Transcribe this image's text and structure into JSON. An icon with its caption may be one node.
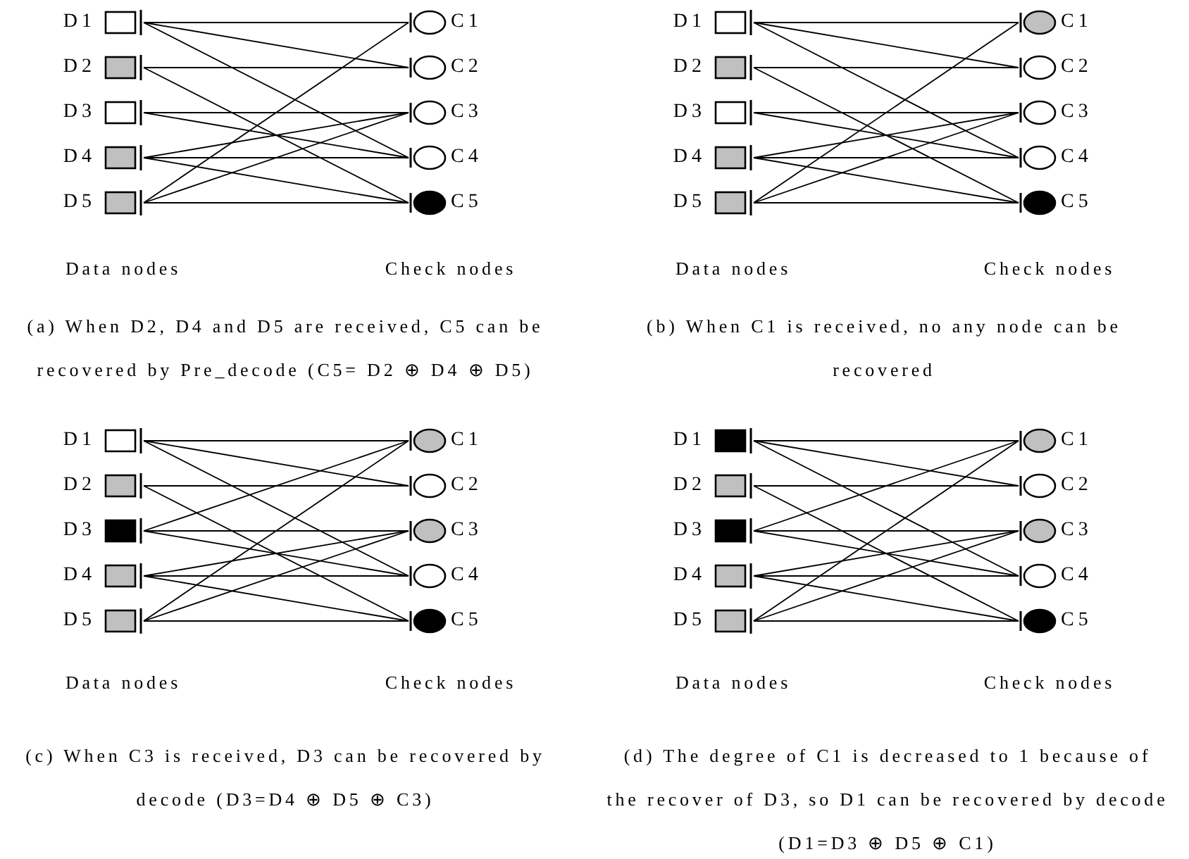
{
  "diagram": {
    "nodes": [
      {
        "text": [
          "D1"
        ]
      },
      {
        "text": [
          "D2"
        ]
      },
      {
        "text": [
          "D3"
        ]
      },
      {
        "text": [
          "D4"
        ]
      },
      {
        "text": [
          "D5"
        ]
      },
      {
        "text": [
          "C1"
        ]
      },
      {
        "text": [
          "C2"
        ]
      },
      {
        "text": [
          "C3"
        ]
      },
      {
        "text": [
          "C4"
        ]
      },
      {
        "text": [
          "C5"
        ]
      },
      {
        "text": [
          "D1"
        ]
      },
      {
        "text": [
          "D2"
        ]
      },
      {
        "text": [
          "D3"
        ]
      },
      {
        "text": [
          "D4"
        ]
      },
      {
        "text": [
          "D5"
        ]
      },
      {
        "text": [
          "C1"
        ]
      },
      {
        "text": [
          "C2"
        ]
      },
      {
        "text": [
          "C3"
        ]
      },
      {
        "text": [
          "C4"
        ]
      },
      {
        "text": [
          "C5"
        ]
      },
      {
        "text": [
          "D1"
        ]
      },
      {
        "text": [
          "D2"
        ]
      },
      {
        "text": [
          "D3"
        ]
      },
      {
        "text": [
          "D4"
        ]
      },
      {
        "text": [
          "D5"
        ]
      },
      {
        "text": [
          "C1"
        ]
      },
      {
        "text": [
          "C2"
        ]
      },
      {
        "text": [
          "C3"
        ]
      },
      {
        "text": [
          "C4"
        ]
      },
      {
        "text": [
          "C5"
        ]
      },
      {
        "text": [
          "D1"
        ]
      },
      {
        "text": [
          "D2"
        ]
      },
      {
        "text": [
          "D3"
        ]
      },
      {
        "text": [
          "D4"
        ]
      },
      {
        "text": [
          "D5"
        ]
      },
      {
        "text": [
          "C1"
        ]
      },
      {
        "text": [
          "C2"
        ]
      },
      {
        "text": [
          "C3"
        ]
      },
      {
        "text": [
          "C4"
        ]
      },
      {
        "text": [
          "C5"
        ]
      }
    ],
    "edges": [
      {
        "from": 0,
        "to": 5,
        "arrow": "none"
      },
      {
        "from": 0,
        "to": 6,
        "arrow": "none"
      },
      {
        "from": 0,
        "to": 8,
        "arrow": "none"
      },
      {
        "from": 1,
        "to": 6,
        "arrow": "none"
      },
      {
        "from": 1,
        "to": 9,
        "arrow": "none"
      },
      {
        "from": 2,
        "to": 7,
        "arrow": "none"
      },
      {
        "from": 2,
        "to": 8,
        "arrow": "none"
      },
      {
        "from": 3,
        "to": 7,
        "arrow": "none"
      },
      {
        "from": 3,
        "to": 8,
        "arrow": "none"
      },
      {
        "from": 3,
        "to": 9,
        "arrow": "none"
      },
      {
        "from": 4,
        "to": 5,
        "arrow": "none"
      },
      {
        "from": 4,
        "to": 7,
        "arrow": "none"
      },
      {
        "from": 4,
        "to": 9,
        "arrow": "none"
      },
      {
        "from": 10,
        "to": 15,
        "arrow": "none"
      },
      {
        "from": 10,
        "to": 16,
        "arrow": "none"
      },
      {
        "from": 10,
        "to": 18,
        "arrow": "none"
      },
      {
        "from": 11,
        "to": 16,
        "arrow": "none"
      },
      {
        "from": 11,
        "to": 19,
        "arrow": "none"
      },
      {
        "from": 12,
        "to": 17,
        "arrow": "none"
      },
      {
        "from": 12,
        "to": 18,
        "arrow": "none"
      },
      {
        "from": 13,
        "to": 17,
        "arrow": "none"
      },
      {
        "from": 13,
        "to": 18,
        "arrow": "none"
      },
      {
        "from": 13,
        "to": 19,
        "arrow": "none"
      },
      {
        "from": 14,
        "to": 15,
        "arrow": "none"
      },
      {
        "from": 14,
        "to": 17,
        "arrow": "none"
      },
      {
        "from": 14,
        "to": 19,
        "arrow": "none"
      },
      {
        "from": 20,
        "to": 25,
        "arrow": "none"
      },
      {
        "from": 20,
        "to": 26,
        "arrow": "none"
      },
      {
        "from": 20,
        "to": 28,
        "arrow": "none"
      },
      {
        "from": 21,
        "to": 26,
        "arrow": "none"
      },
      {
        "from": 21,
        "to": 29,
        "arrow": "none"
      },
      {
        "from": 22,
        "to": 25,
        "arrow": "none"
      },
      {
        "from": 22,
        "to": 27,
        "arrow": "none"
      },
      {
        "from": 22,
        "to": 28,
        "arrow": "none"
      },
      {
        "from": 23,
        "to": 27,
        "arrow": "none"
      },
      {
        "from": 23,
        "to": 28,
        "arrow": "none"
      },
      {
        "from": 23,
        "to": 29,
        "arrow": "none"
      },
      {
        "from": 24,
        "to": 25,
        "arrow": "none"
      },
      {
        "from": 24,
        "to": 27,
        "arrow": "none"
      },
      {
        "from": 24,
        "to": 29,
        "arrow": "none"
      },
      {
        "from": 30,
        "to": 35,
        "arrow": "none"
      },
      {
        "from": 30,
        "to": 36,
        "arrow": "none"
      },
      {
        "from": 30,
        "to": 38,
        "arrow": "none"
      },
      {
        "from": 31,
        "to": 36,
        "arrow": "none"
      },
      {
        "from": 31,
        "to": 39,
        "arrow": "none"
      },
      {
        "from": 32,
        "to": 35,
        "arrow": "none"
      },
      {
        "from": 32,
        "to": 37,
        "arrow": "none"
      },
      {
        "from": 32,
        "to": 38,
        "arrow": "none"
      },
      {
        "from": 33,
        "to": 37,
        "arrow": "none"
      },
      {
        "from": 33,
        "to": 38,
        "arrow": "none"
      },
      {
        "from": 33,
        "to": 39,
        "arrow": "none"
      },
      {
        "from": 34,
        "to": 35,
        "arrow": "none"
      },
      {
        "from": 34,
        "to": 37,
        "arrow": "none"
      },
      {
        "from": 34,
        "to": 39,
        "arrow": "none"
      }
    ],
    "labels": [
      "Data nodes",
      "Check nodes",
      "Data nodes",
      "Check nodes",
      "(a) When D2, D4 and D5 are received, C5 can be recovered by Pre_decode (C5= D2 ⊕ D4 ⊕ D5)",
      "(b) When C1 is received, no any node can be recovered",
      "Data nodes",
      "Check nodes",
      "Data nodes",
      "Check nodes",
      "(c) When C3 is received, D3 can be recovered by decode (D3=D4 ⊕ D5 ⊕ C3)",
      "(d) The degree of C1 is decreased to 1 because of the recover of D3, so D1 can be recovered by decode (D1=D3 ⊕ D5 ⊕ C1)"
    ]
  }
}
